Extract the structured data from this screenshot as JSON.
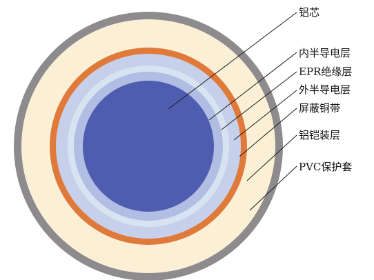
{
  "layers": [
    {
      "id": "pvc-sheath",
      "label": "PVC保护套",
      "color": "#8e8b8e"
    },
    {
      "id": "aluminum-armor",
      "label": "铝铠装层",
      "color": "#fbf0d6"
    },
    {
      "id": "copper-tape-shield",
      "label": "屏蔽铜带",
      "color": "#e07a3b"
    },
    {
      "id": "outer-semiconductive",
      "label": "外半导电层",
      "color": "#c7d0ea"
    },
    {
      "id": "epr-insulation",
      "label": "EPR绝缘层",
      "color": "#d8e3f2"
    },
    {
      "id": "inner-semiconductive",
      "label": "内半导电层",
      "color": "#b1bde3"
    },
    {
      "id": "aluminum-core",
      "label": "铝芯",
      "color": "#4f5db0"
    }
  ]
}
